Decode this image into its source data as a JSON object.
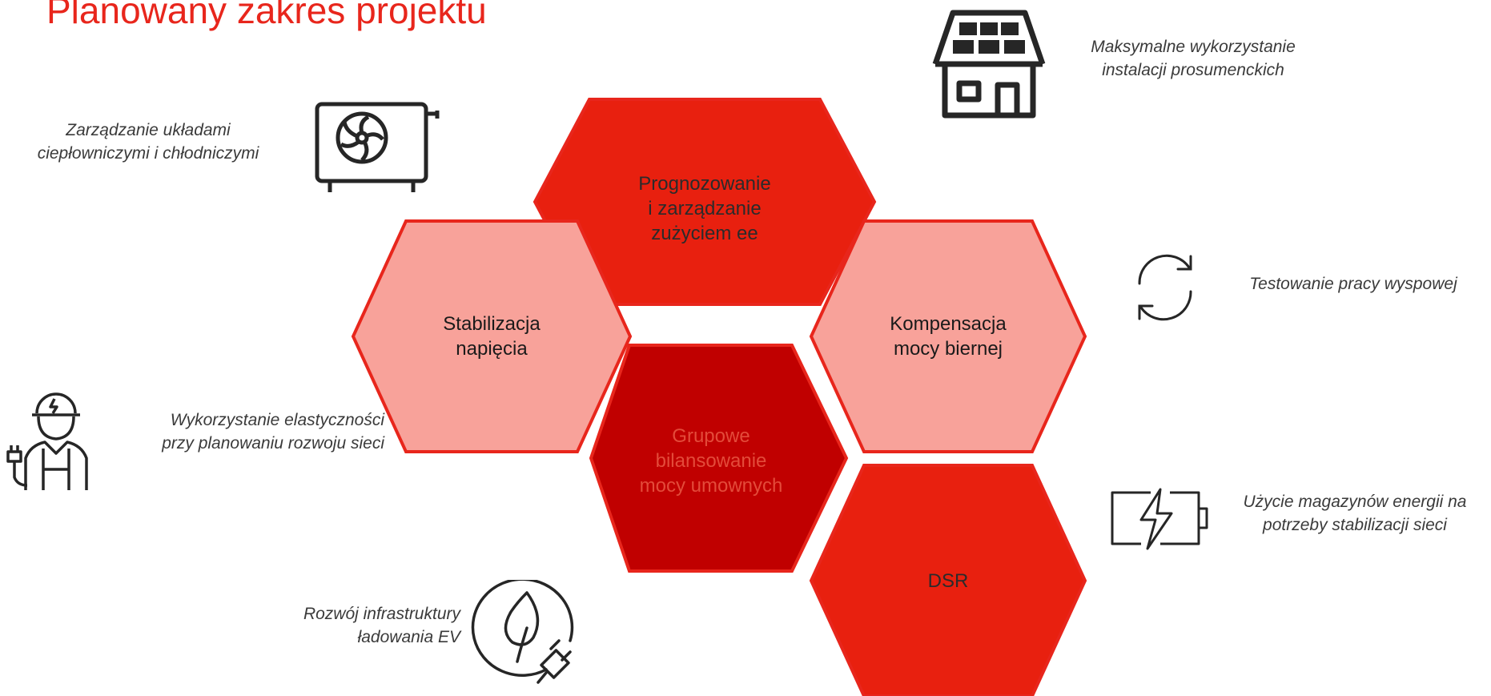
{
  "title": "Planowany zakres projektu",
  "colors": {
    "accent": "#E8261C",
    "dark": "#C00000",
    "light": "#F8A29A",
    "icon": "#262626"
  },
  "hexagons": [
    {
      "id": "prognozowanie",
      "label": "Prognozowanie\ni zarządzanie\nzużyciem ee",
      "fill": "#E8200F",
      "text": "#2b2b2b"
    },
    {
      "id": "stabilizacja",
      "label": "Stabilizacja\nnapięcia",
      "fill": "#F8A29A",
      "text": "#1a1a1a"
    },
    {
      "id": "kompensacja",
      "label": "Kompensacja\nmocy biernej",
      "fill": "#F8A29A",
      "text": "#1a1a1a"
    },
    {
      "id": "grupowe",
      "label": "Grupowe\nbilansowanie\nmocy umownych",
      "fill": "#C00000",
      "text": "#E34B3A"
    },
    {
      "id": "dsr",
      "label": "DSR",
      "fill": "#E8200F",
      "text": "#2b2b2b"
    }
  ],
  "notes": [
    {
      "id": "prosument",
      "text": "Maksymalne wykorzystanie\ninstalacji prosumenckich",
      "icon": "solar-house-icon"
    },
    {
      "id": "cieplo",
      "text": "Zarządzanie układami\nciepłowniczymi i chłodniczymi",
      "icon": "heat-pump-icon"
    },
    {
      "id": "wyspa",
      "text": "Testowanie pracy wyspowej",
      "icon": "cycle-arrows-icon"
    },
    {
      "id": "elastycznosc",
      "text": "Wykorzystanie elastyczności\nprzy planowaniu rozwoju sieci",
      "icon": "electrician-icon"
    },
    {
      "id": "magazyny",
      "text": "Użycie magazynów energii na\npotrzeby stabilizacji sieci",
      "icon": "battery-bolt-icon"
    },
    {
      "id": "ev",
      "text": "Rozwój infrastruktury\nładowania EV",
      "icon": "leaf-plug-icon"
    }
  ]
}
